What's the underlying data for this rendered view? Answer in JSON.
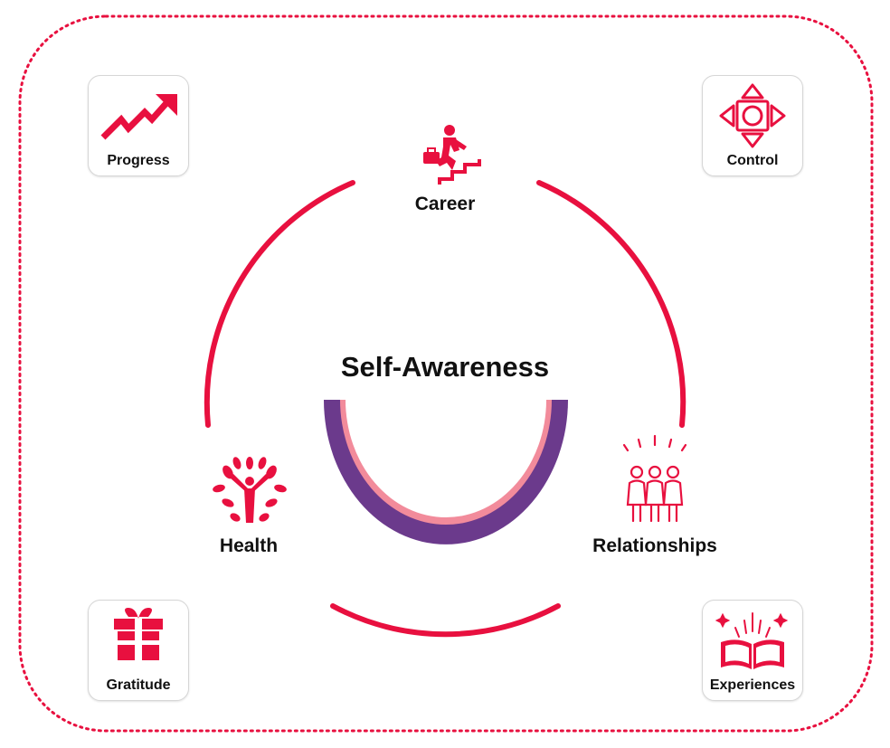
{
  "colors": {
    "accent": "#e8103f",
    "border_dots": "#e8103f",
    "ring_purple": "#6b3a8c",
    "ring_pink": "#f28b9b",
    "text": "#111111"
  },
  "center": {
    "title": "Self-Awareness"
  },
  "nodes": [
    {
      "id": "career",
      "label": "Career",
      "icon": "person-climbing-stairs-with-briefcase-icon"
    },
    {
      "id": "relationships",
      "label": "Relationships",
      "icon": "group-of-people-icon"
    },
    {
      "id": "health",
      "label": "Health",
      "icon": "tree-person-icon"
    }
  ],
  "cards": [
    {
      "id": "progress",
      "label": "Progress",
      "icon": "trending-up-arrow-icon"
    },
    {
      "id": "control",
      "label": "Control",
      "icon": "directional-pad-icon"
    },
    {
      "id": "gratitude",
      "label": "Gratitude",
      "icon": "gift-icon"
    },
    {
      "id": "experiences",
      "label": "Experiences",
      "icon": "open-book-sparkles-icon"
    }
  ]
}
